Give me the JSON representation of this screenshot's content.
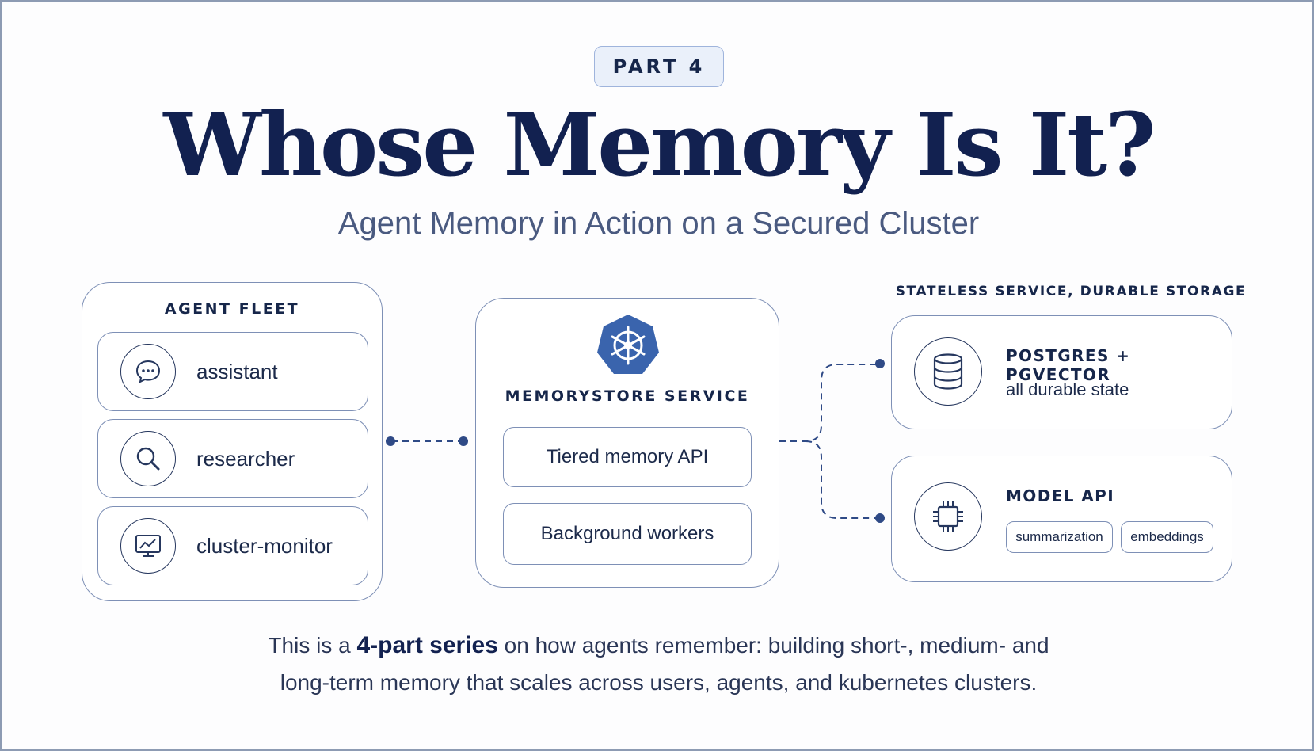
{
  "badge": {
    "label": "PART 4"
  },
  "title": "Whose Memory Is It?",
  "subtitle": "Agent Memory in Action on a Secured Cluster",
  "agent_fleet": {
    "heading": "AGENT FLEET",
    "agents": [
      {
        "label": "assistant",
        "icon": "chat-bubble-icon"
      },
      {
        "label": "researcher",
        "icon": "magnifier-icon"
      },
      {
        "label": "cluster-monitor",
        "icon": "monitor-chart-icon"
      }
    ]
  },
  "memorystore": {
    "icon": "kubernetes-helm-icon",
    "heading": "MEMORYSTORE SERVICE",
    "components": [
      "Tiered memory API",
      "Background workers"
    ]
  },
  "right_column": {
    "heading": "STATELESS SERVICE, DURABLE STORAGE",
    "postgres": {
      "title": "POSTGRES + PGVECTOR",
      "subtitle": "all durable state",
      "icon": "database-icon"
    },
    "model_api": {
      "title": "MODEL API",
      "icon": "chip-icon",
      "chips": [
        "summarization",
        "embeddings"
      ]
    }
  },
  "footer": {
    "line1_prefix": "This is a ",
    "line1_bold": "4-part series",
    "line1_suffix": " on how agents remember: building short-, medium- and",
    "line2": "long-term memory that scales across users, agents, and kubernetes clusters."
  },
  "colors": {
    "navy": "#122150",
    "accent": "#2f5597",
    "border": "#7e90b6",
    "badge_bg": "#eaf0fa"
  }
}
